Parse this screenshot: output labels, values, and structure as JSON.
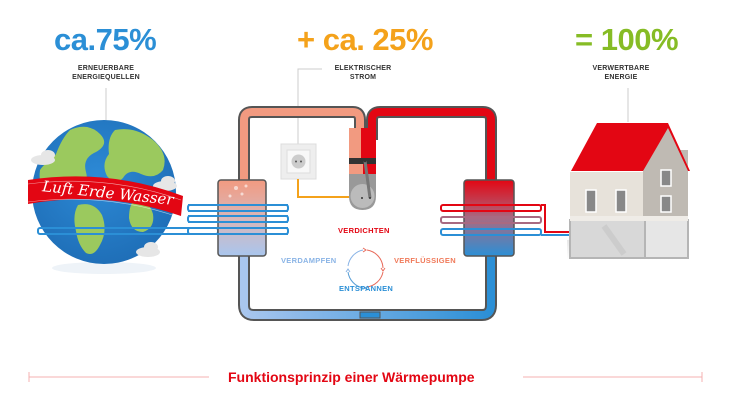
{
  "headline": {
    "renewable": {
      "text": "ca.75%",
      "label_line1": "ERNEUERBARE",
      "label_line2": "ENERGIEQUELLEN",
      "color": "#2b8fd6"
    },
    "electric": {
      "text": "+ ca. 25%",
      "label_line1": "ELEKTRISCHER",
      "label_line2": "STROM",
      "color": "#f4a21b"
    },
    "usable": {
      "text": "= 100%",
      "label_line1": "VERWERTBARE",
      "label_line2": "ENERGIE",
      "color": "#86bc25"
    }
  },
  "globe": {
    "banner_text": "Luft Erde Wasser"
  },
  "cycle": {
    "compress": {
      "label": "VERDICHTEN",
      "color": "#e30613"
    },
    "condense": {
      "label": "VERFLÜSSIGEN",
      "color": "#f07a5a"
    },
    "expand": {
      "label": "ENTSPANNEN",
      "color": "#2b8fd6"
    },
    "evaporate": {
      "label": "VERDAMPFEN",
      "color": "#8ab4e6"
    }
  },
  "footer": {
    "title": "Funktionsprinzip einer Wärmepumpe",
    "accent": "#e30613"
  },
  "colors": {
    "hot": "#e30613",
    "warm": "#f29a80",
    "cold": "#2b8fd6",
    "cool": "#a9c6ee",
    "roof": "#e30613",
    "wire": "#f4a21b"
  }
}
